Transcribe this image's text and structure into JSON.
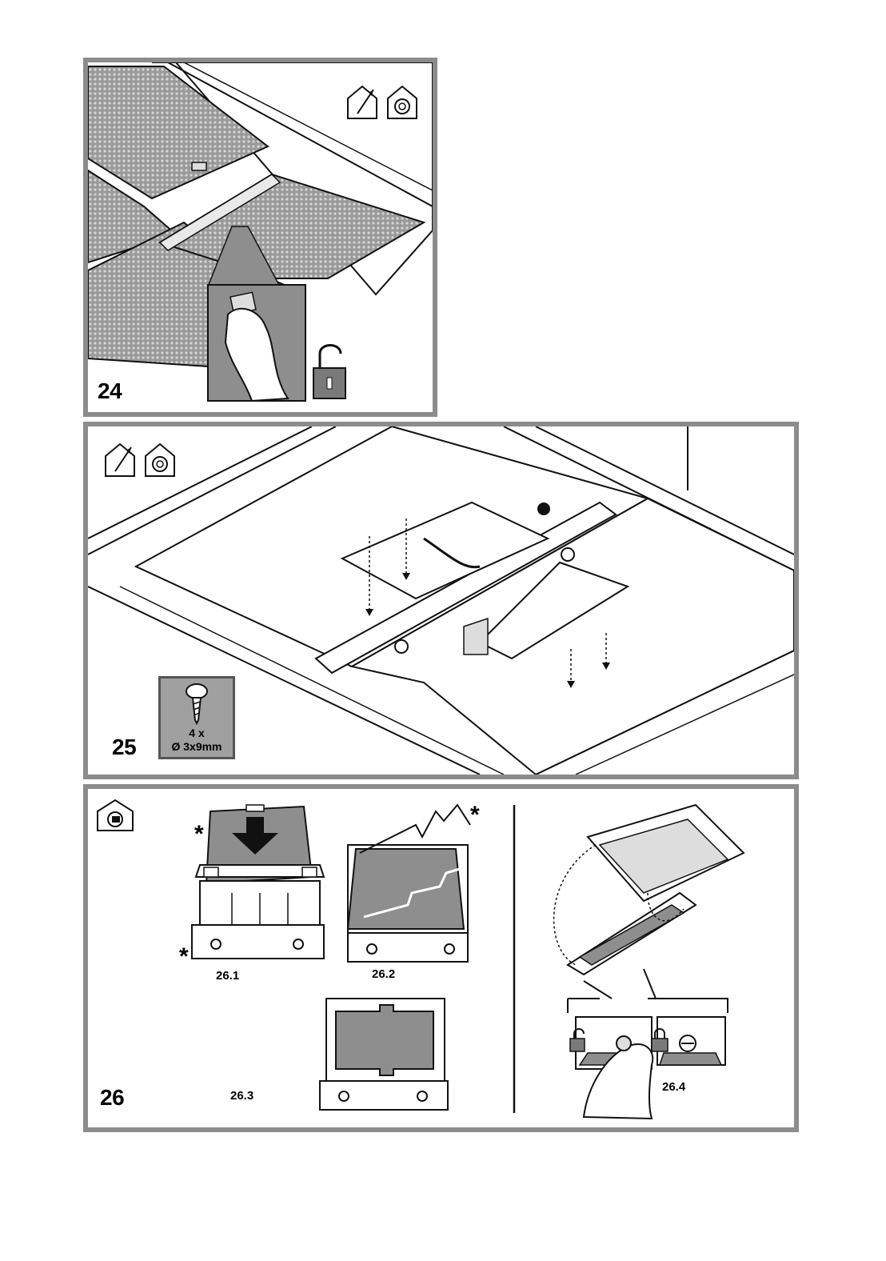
{
  "figures": {
    "fig24": {
      "number": "24"
    },
    "fig25": {
      "number": "25",
      "screw_quantity": "4 x",
      "screw_size": "Ø 3x9mm"
    },
    "fig26": {
      "number": "26",
      "steps": [
        "26.1",
        "26.2",
        "26.3",
        "26.4"
      ],
      "marker": "*"
    }
  },
  "icons": {
    "fig24": [
      "extraction-mode-icon",
      "recirculation-mode-icon",
      "open-padlock-icon",
      "hand-icon"
    ],
    "fig25": [
      "extraction-mode-icon",
      "recirculation-mode-icon",
      "screw-icon"
    ],
    "fig26": [
      "carbon-filter-mode-icon",
      "push-down-arrow-icon",
      "open-padlock-icon",
      "closed-padlock-icon",
      "hand-icon"
    ]
  },
  "colors": {
    "frame": "#8c8c8c",
    "fill_grey": "#8e8e8e",
    "line": "#111111"
  }
}
